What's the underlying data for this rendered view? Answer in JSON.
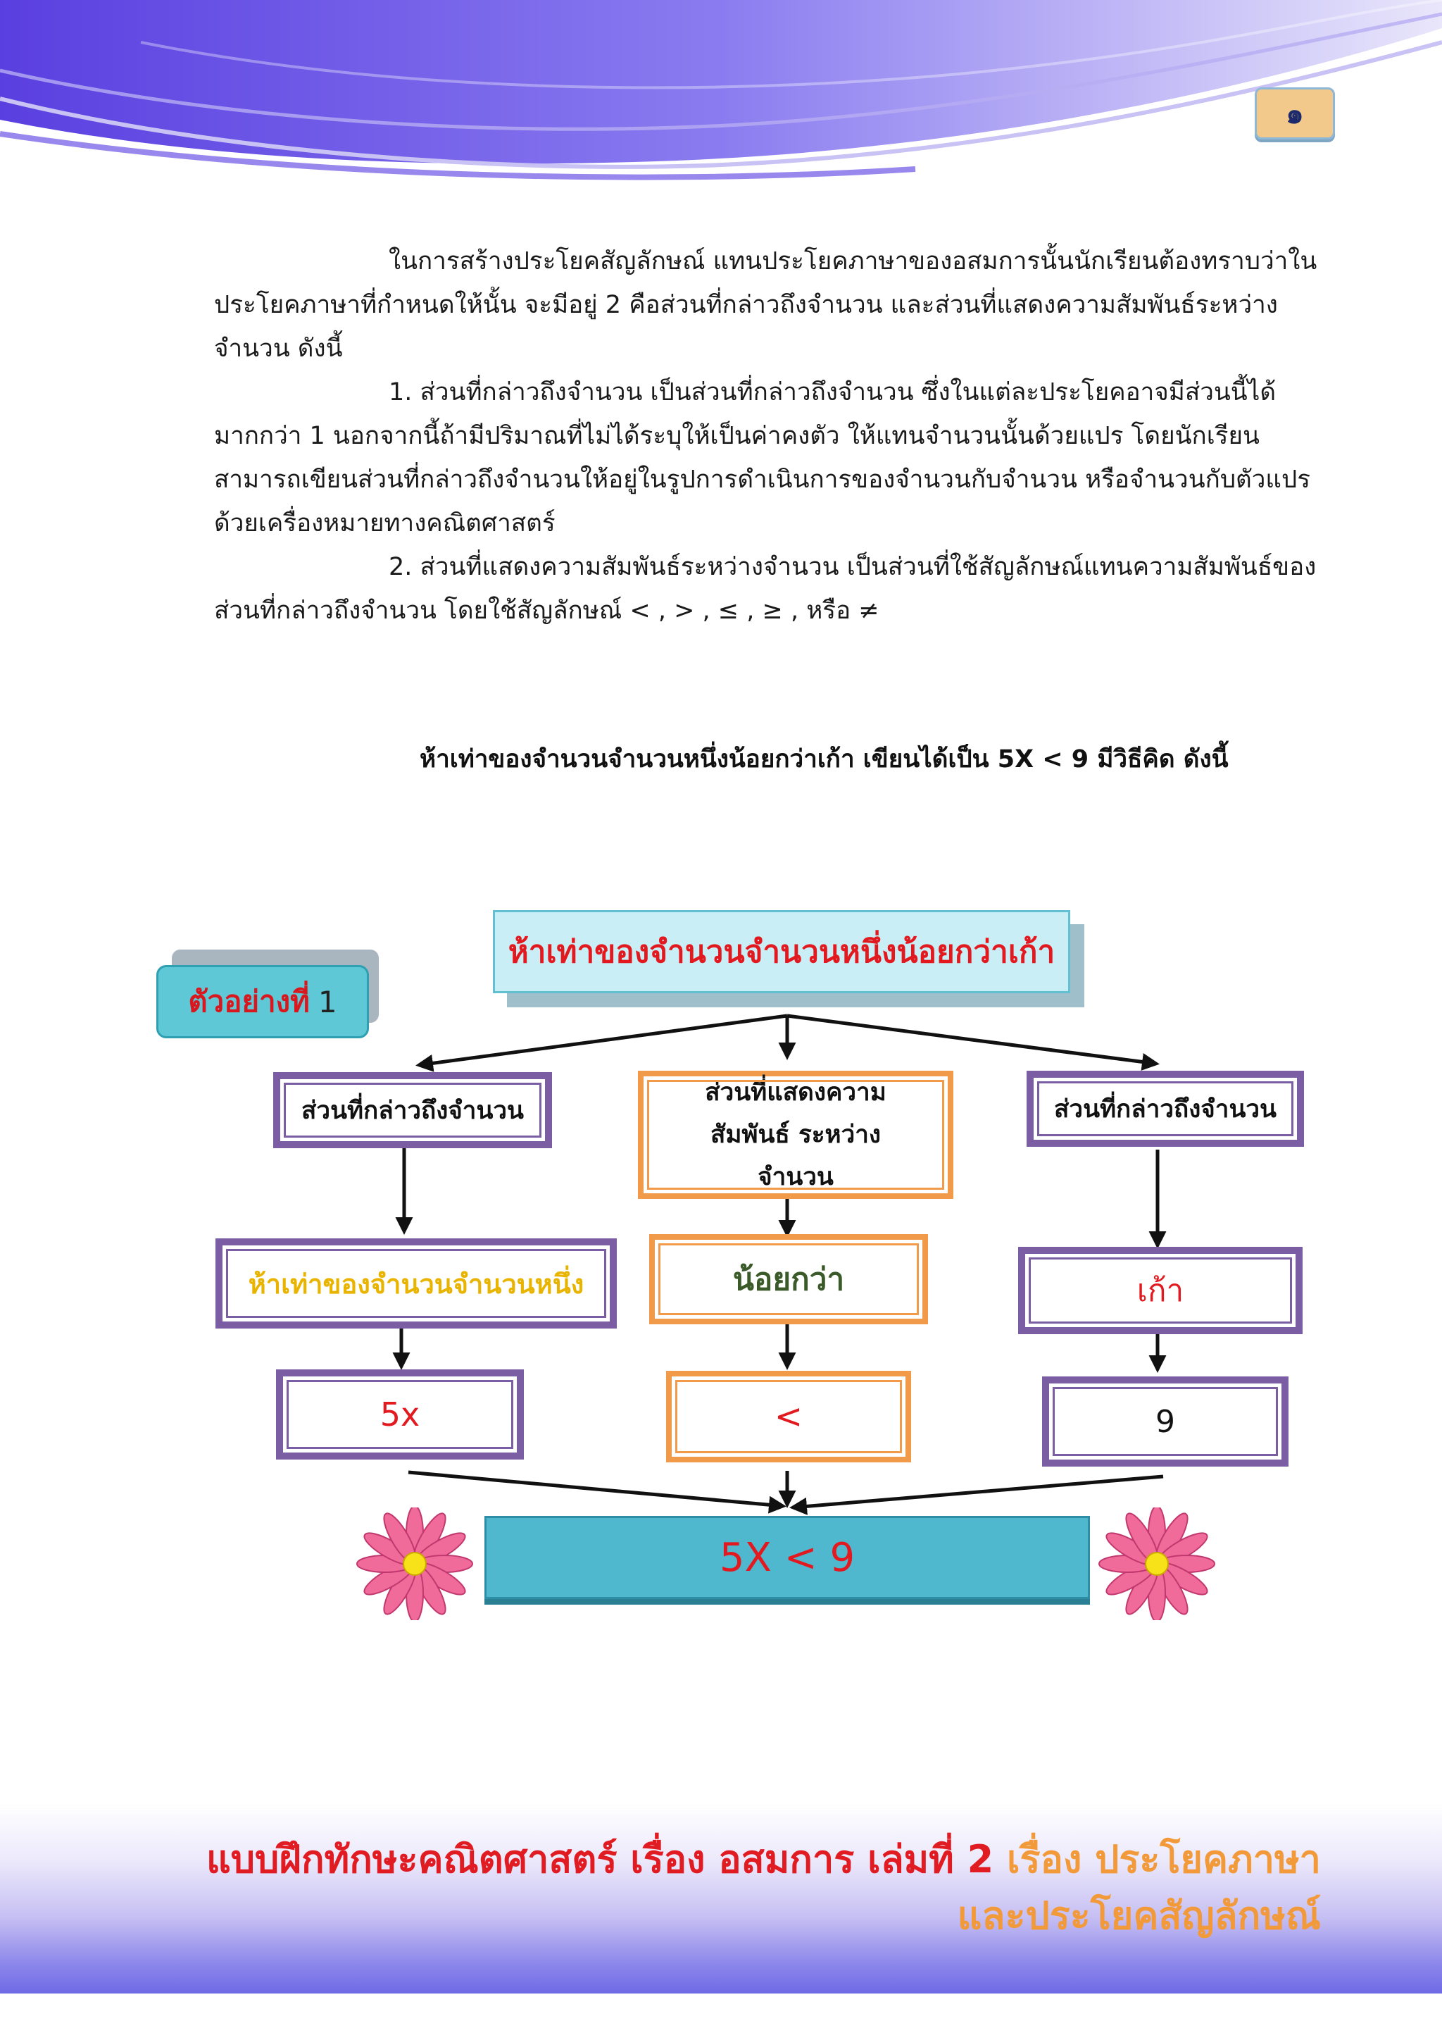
{
  "header": {
    "page_number": "๑"
  },
  "body": {
    "para1": "ในการสร้างประโยคสัญลักษณ์ แทนประโยคภาษาของอสมการนั้นนักเรียนต้องทราบว่าใน ประโยคภาษาที่กำหนดให้นั้น  จะมีอยู่ 2 คือส่วนที่กล่าวถึงจำนวน และส่วนที่แสดงความสัมพันธ์ระหว่างจำนวน ดังนี้",
    "para2": "1.  ส่วนที่กล่าวถึงจำนวน เป็นส่วนที่กล่าวถึงจำนวน ซึ่งในแต่ละประโยคอาจมีส่วนนี้ได้มากกว่า 1 นอกจากนี้ถ้ามีปริมาณที่ไม่ได้ระบุให้เป็นค่าคงตัว ให้แทนจำนวนนั้นด้วยแปร โดยนักเรียนสามารถเขียนส่วนที่กล่าวถึงจำนวนให้อยู่ในรูปการดำเนินการของจำนวนกับจำนวน หรือจำนวนกับตัวแปร ด้วยเครื่องหมายทางคณิตศาสตร์",
    "para3": "2. ส่วนที่แสดงความสัมพันธ์ระหว่างจำนวน เป็นส่วนที่ใช้สัญลักษณ์แทนความสัมพันธ์ของส่วนที่กล่าวถึงจำนวน โดยใช้สัญลักษณ์ < ,  > ,  ≤ , ≥ ,  หรือ ≠",
    "example_line": "ห้าเท่าของจำนวนจำนวนหนึ่งน้อยกว่าเก้า เขียนได้เป็น  5X < 9 มีวิธีคิด ดังนี้"
  },
  "diagram": {
    "example_label": "ตัวอย่างที่",
    "example_number": "1",
    "title": "ห้าเท่าของจำนวนจำนวนหนึ่งน้อยกว่าเก้า",
    "columns": [
      {
        "header": "ส่วนที่กล่าวถึงจำนวน",
        "phrase": "ห้าเท่าของจำนวนจำนวนหนึ่ง",
        "symbol": "5x"
      },
      {
        "header": "ส่วนที่แสดงความสัมพันธ์ ระหว่างจำนวน",
        "phrase": "น้อยกว่า",
        "symbol": "<"
      },
      {
        "header": "ส่วนที่กล่าวถึงจำนวน",
        "phrase": "เก้า",
        "symbol": "9"
      }
    ],
    "result": "5X < 9"
  },
  "footer": {
    "line1_red": "แบบฝึกทักษะคณิตศาสตร์ เรื่อง อสมการ เล่มที่ 2",
    "line1_orange": "เรื่อง ประโยคภาษา",
    "line2_orange": "และประโยคสัญลักษณ์"
  },
  "colors": {
    "header_purple": "#6a4fe0",
    "title_red": "#e2191f",
    "phrase_yellow": "#e8b400",
    "phrase_green": "#3b5a2a",
    "box_purple": "#7b5da3",
    "box_orange": "#f09a4a",
    "result_blue": "#4fb8cf",
    "flower_pink": "#f06b9a"
  }
}
